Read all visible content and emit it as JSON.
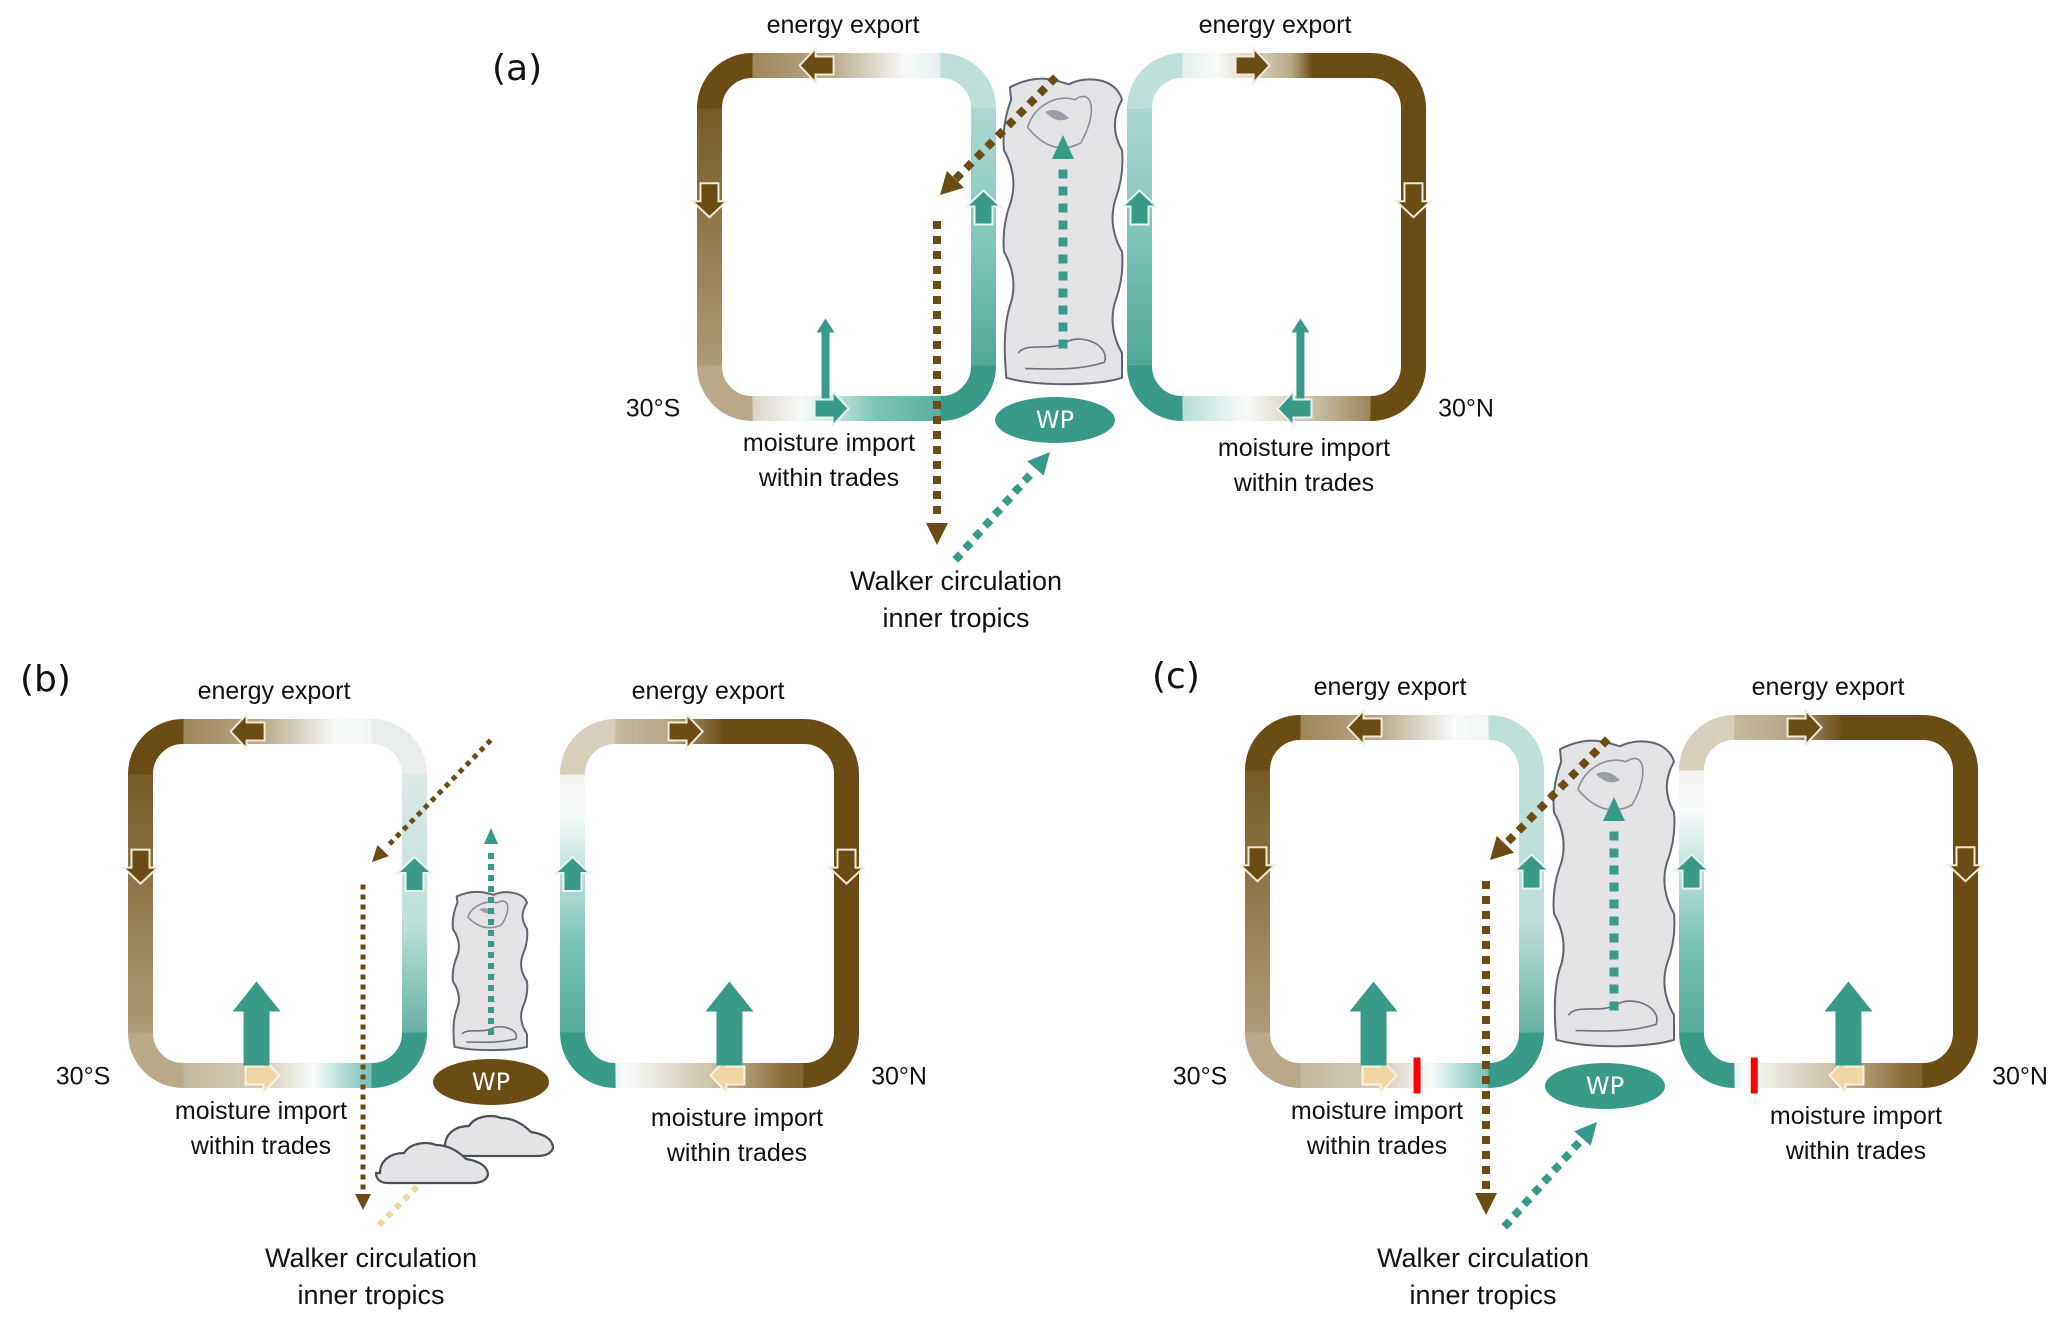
{
  "colors": {
    "brown": "#6b4c14",
    "teal": "#3a9a89",
    "teal_light": "#bfe0da",
    "tan": "#f0d6a4",
    "cloud_fill": "#e4e4e6",
    "cloud_stroke": "#5f6570",
    "red": "#ff0000"
  },
  "panels": [
    {
      "id": "a",
      "tag": "(a)",
      "energy_export_left": "energy export",
      "energy_export_right": "energy export",
      "lat_south": "30°S",
      "lat_north": "30°N",
      "moisture_left": [
        "moisture import",
        "within trades"
      ],
      "moisture_right": [
        "moisture import",
        "within trades"
      ],
      "walker": [
        "Walker circulation",
        "inner tropics"
      ],
      "wp_label": "WP",
      "wp_color": "teal",
      "convection": "strong",
      "moisture_arrow": "thin",
      "trade_flow_color": "teal",
      "moisture_blocked": false
    },
    {
      "id": "b",
      "tag": "(b)",
      "energy_export_left": "energy export",
      "energy_export_right": "energy export",
      "lat_south": "30°S",
      "lat_north": "30°N",
      "moisture_left": [
        "moisture import",
        "within trades"
      ],
      "moisture_right": [
        "moisture import",
        "within trades"
      ],
      "walker": [
        "Walker circulation",
        "inner tropics"
      ],
      "wp_label": "WP",
      "wp_color": "brown",
      "convection": "weak",
      "moisture_arrow": "thick",
      "trade_flow_color": "tan",
      "moisture_blocked": false
    },
    {
      "id": "c",
      "tag": "(c)",
      "energy_export_left": "energy export",
      "energy_export_right": "energy export",
      "lat_south": "30°S",
      "lat_north": "30°N",
      "moisture_left": [
        "moisture import",
        "within trades"
      ],
      "moisture_right": [
        "moisture import",
        "within trades"
      ],
      "walker": [
        "Walker circulation",
        "inner tropics"
      ],
      "wp_label": "WP",
      "wp_color": "teal",
      "convection": "strong",
      "moisture_arrow": "thick",
      "trade_flow_color": "tan",
      "moisture_blocked": true
    }
  ]
}
